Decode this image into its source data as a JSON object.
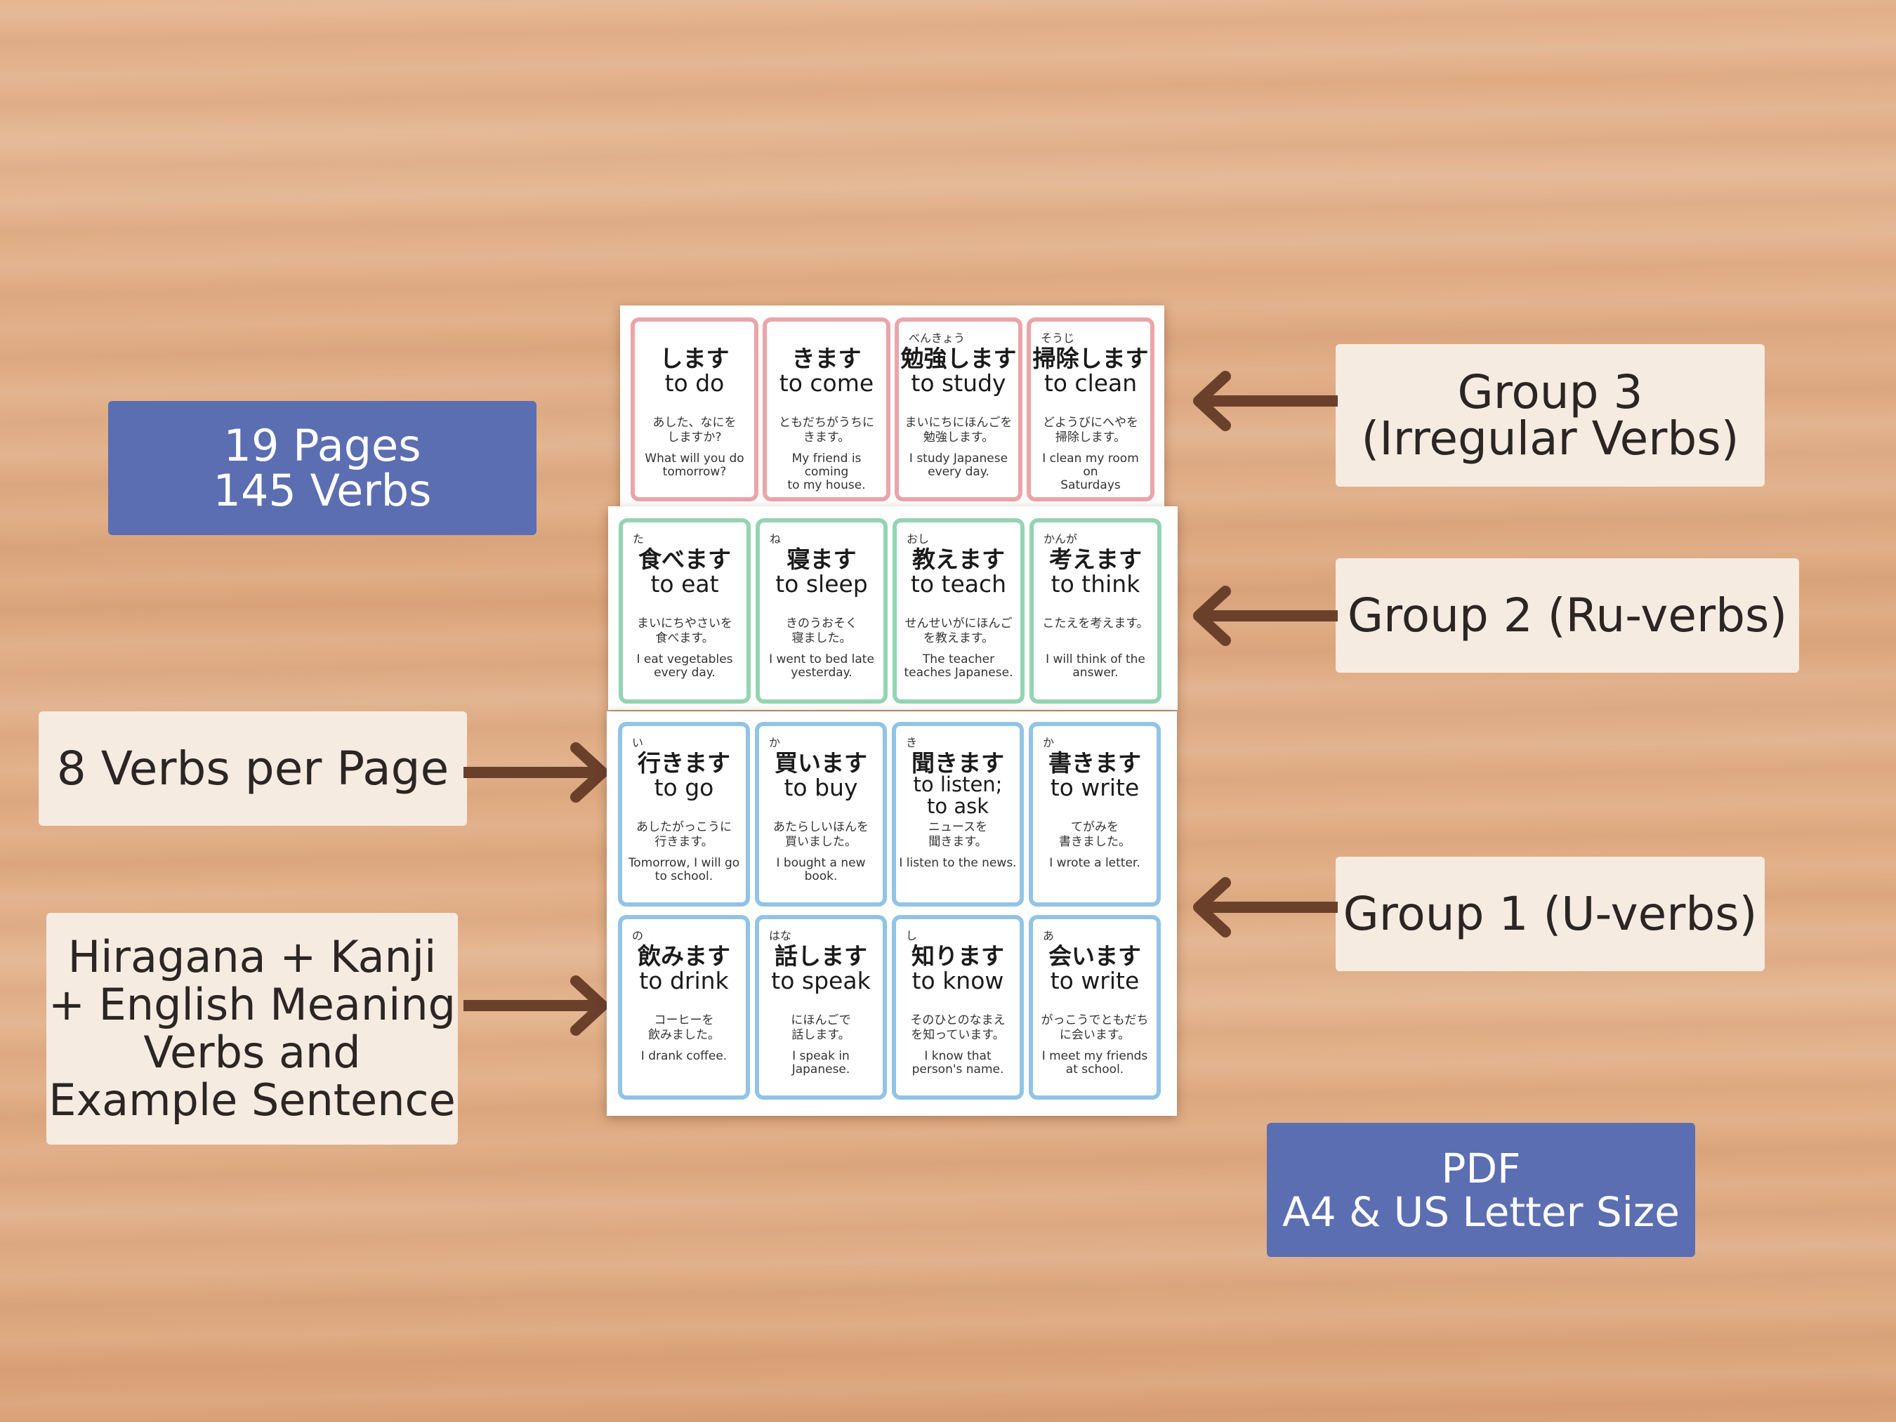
{
  "labels": {
    "pages": {
      "line1": "19 Pages",
      "line2": "145 Verbs"
    },
    "per_page": "8 Verbs per Page",
    "content": {
      "line1": "Hiragana + Kanji",
      "line2": "+ English Meaning",
      "line3": "Verbs and",
      "line4": "Example Sentence"
    },
    "group3": {
      "line1": "Group 3",
      "line2": "(Irregular Verbs)"
    },
    "group2": "Group 2 (Ru-verbs)",
    "group1": "Group 1 (U-verbs)",
    "format": {
      "line1": "PDF",
      "line2": "A4 & US Letter Size"
    }
  },
  "colors": {
    "label_blue": "#5c6eb2",
    "label_cream": "#f5ebe1",
    "arrow": "#6b402b",
    "group3_border": "#eba5a9",
    "group2_border": "#94d4b3",
    "group1_border": "#91c4e6"
  },
  "cards": {
    "g3": [
      {
        "furi": "",
        "jp": "します",
        "en": "to do",
        "ex": "あした、なにを\nしますか?",
        "tr": "What will you do\ntomorrow?"
      },
      {
        "furi": "",
        "jp": "きます",
        "en": "to come",
        "ex": "ともだちがうちに\nきます。",
        "tr": "My friend is coming\nto my house."
      },
      {
        "furi": "べんきょう",
        "jp": "勉強します",
        "en": "to study",
        "ex": "まいにちにほんごを\n勉強します。",
        "tr": "I study Japanese\nevery day."
      },
      {
        "furi": "そうじ",
        "jp": "掃除します",
        "en": "to clean",
        "ex": "どようびにへやを\n掃除します。",
        "tr": "I clean my room on\nSaturdays"
      }
    ],
    "g2": [
      {
        "furi": "た",
        "jp": "食べます",
        "en": "to eat",
        "ex": "まいにちやさいを\n食べます。",
        "tr": "I eat vegetables\nevery day."
      },
      {
        "furi": "ね",
        "jp": "寝ます",
        "en": "to sleep",
        "ex": "きのうおそく\n寝ました。",
        "tr": "I went to bed late\nyesterday."
      },
      {
        "furi": "おし",
        "jp": "教えます",
        "en": "to teach",
        "ex": "せんせいがにほんご\nを教えます。",
        "tr": "The teacher\nteaches Japanese."
      },
      {
        "furi": "かんが",
        "jp": "考えます",
        "en": "to think",
        "ex": "こたえを考えます。",
        "tr": "I will think of the\nanswer."
      }
    ],
    "g1": [
      {
        "furi": "い",
        "jp": "行きます",
        "en": "to go",
        "ex": "あしたがっこうに\n行きます。",
        "tr": "Tomorrow, I will go\nto school."
      },
      {
        "furi": "か",
        "jp": "買います",
        "en": "to buy",
        "ex": "あたらしいほんを\n買いました。",
        "tr": "I bought a new\nbook."
      },
      {
        "furi": "き",
        "jp": "聞きます",
        "en": "to listen;\nto ask",
        "ex": "ニュースを\n聞きます。",
        "tr": "I listen to the news."
      },
      {
        "furi": "か",
        "jp": "書きます",
        "en": "to write",
        "ex": "てがみを\n書きました。",
        "tr": "I wrote a letter."
      },
      {
        "furi": "の",
        "jp": "飲みます",
        "en": "to drink",
        "ex": "コーヒーを\n飲みました。",
        "tr": "I drank coffee."
      },
      {
        "furi": "はな",
        "jp": "話します",
        "en": "to speak",
        "ex": "にほんごで\n話します。",
        "tr": "I speak in Japanese."
      },
      {
        "furi": "し",
        "jp": "知ります",
        "en": "to know",
        "ex": "そのひとのなまえ\nを知っています。",
        "tr": "I know that\nperson's name."
      },
      {
        "furi": "あ",
        "jp": "会います",
        "en": "to write",
        "ex": "がっこうでともだち\nに会います。",
        "tr": "I meet my friends\nat school."
      }
    ]
  }
}
